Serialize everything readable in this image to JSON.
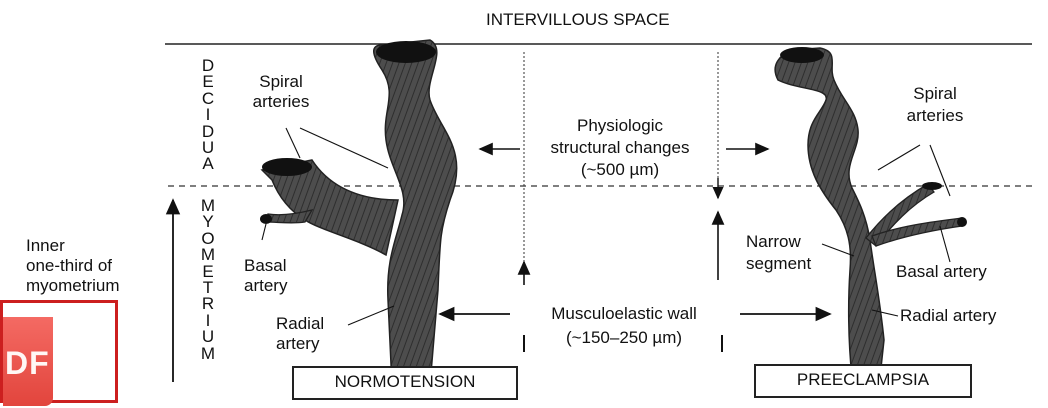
{
  "diagram": {
    "title": "INTERVILLOUS SPACE",
    "decidua_letters": "D\nE\nC\nI\nD\nU\nA",
    "myometrium_letters": "M\nY\nO\nM\nE\nT\nR\nI\nU\nM",
    "inner_third_line1": "Inner",
    "inner_third_line2": "one-third of",
    "inner_third_line3": "myometrium",
    "left": {
      "spiral_line1": "Spiral",
      "spiral_line2": "arteries",
      "basal_line1": "Basal",
      "basal_line2": "artery",
      "radial_line1": "Radial",
      "radial_line2": "artery",
      "condition": "NORMOTENSION"
    },
    "center": {
      "physiologic_line1": "Physiologic",
      "physiologic_line2": "structural changes",
      "physiologic_line3": "(~500 µm)",
      "muscle_line1": "Musculoelastic wall",
      "muscle_line2": "(~150–250 µm)"
    },
    "right": {
      "spiral_line1": "Spiral",
      "spiral_line2": "arteries",
      "narrow_line1": "Narrow",
      "narrow_line2": "segment",
      "basal": "Basal artery",
      "radial": "Radial artery",
      "condition": "PREECLAMPSIA"
    }
  },
  "overlay": {
    "pdf_text": "DF"
  },
  "colors": {
    "vessel_fill": "#4a4a4a",
    "vessel_hatch": "#2a2a2a",
    "badge_border": "#cc1f1f",
    "badge_fill": "#e2453d"
  }
}
